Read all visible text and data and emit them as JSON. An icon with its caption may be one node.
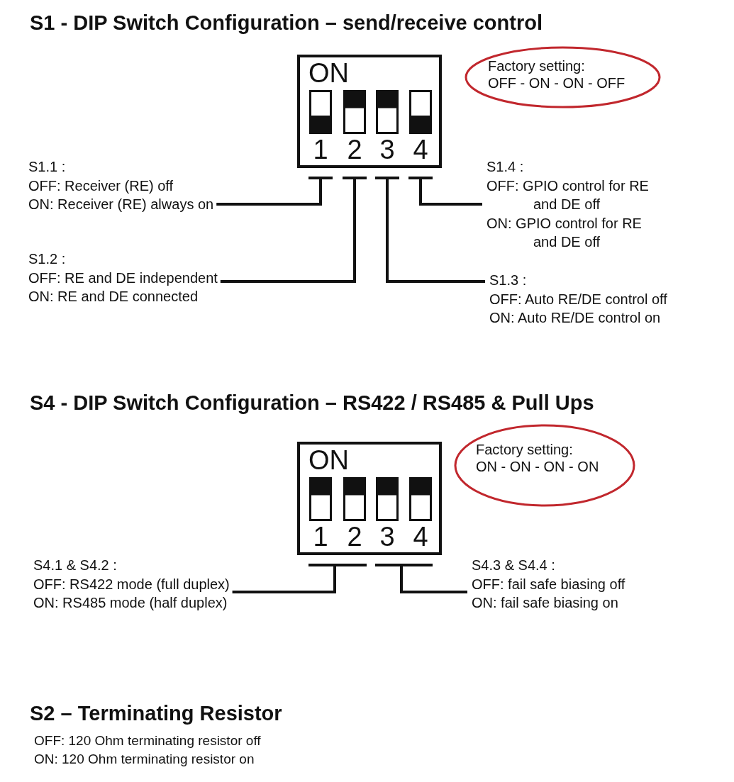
{
  "diagram": {
    "nodes": [
      {
        "text": [
          "ON"
        ]
      },
      {
        "text": [
          "1"
        ],
        "in": 0
      },
      {
        "text": [
          "2"
        ],
        "in": 0
      },
      {
        "text": [
          "3"
        ],
        "in": 0
      },
      {
        "text": [
          "4"
        ],
        "in": 0
      },
      {
        "text": [
          "Factory setting:",
          "OFF - ON - ON - OFF"
        ]
      },
      {
        "text": [
          "S1.1 :",
          "OFF: Receiver (RE) off",
          "ON: Receiver (RE) always on"
        ]
      },
      {
        "text": [
          "S1.4 :",
          "OFF: GPIO control for RE and DE off",
          "ON: GPIO control for RE and DE off"
        ]
      },
      {
        "text": [
          "S1.2 :",
          "OFF: RE and DE independent",
          "ON: RE and DE connected"
        ]
      },
      {
        "text": [
          "S1.3 :",
          "OFF: Auto RE/DE control off",
          "ON: Auto RE/DE control on"
        ]
      },
      {
        "text": [
          "ON"
        ]
      },
      {
        "text": [
          "1"
        ],
        "in": 10
      },
      {
        "text": [
          "2"
        ],
        "in": 10
      },
      {
        "text": [
          "3"
        ],
        "in": 10
      },
      {
        "text": [
          "4"
        ],
        "in": 10
      },
      {
        "text": [
          "Factory setting:",
          "ON - ON - ON - ON"
        ]
      },
      {
        "text": [
          "S4.1 & S4.2 :",
          "OFF: RS422 mode (full duplex)",
          "ON: RS485 mode (half duplex)"
        ]
      },
      {
        "text": [
          "S4.3 & S4.4 :",
          "OFF: fail safe biasing off",
          "ON: fail safe biasing on"
        ]
      }
    ],
    "edges": [
      {
        "from": 6,
        "to": 1,
        "arrow": "none"
      },
      {
        "from": 8,
        "to": 2,
        "arrow": "none"
      },
      {
        "from": 9,
        "to": 3,
        "arrow": "none"
      },
      {
        "from": 7,
        "to": 4,
        "arrow": "none"
      },
      {
        "from": 16,
        "to": 11,
        "arrow": "none"
      },
      {
        "from": 16,
        "to": 12,
        "arrow": "none"
      },
      {
        "from": 17,
        "to": 13,
        "arrow": "none"
      },
      {
        "from": 17,
        "to": 14,
        "arrow": "none"
      }
    ],
    "labels": [
      "S1 - DIP Switch Configuration – send/receive control",
      "S4 - DIP Switch Configuration – RS422 / RS485 & Pull Ups",
      "S2 – Terminating Resistor",
      "OFF: 120 Ohm terminating resistor off",
      "ON: 120 Ohm terminating resistor on"
    ]
  }
}
